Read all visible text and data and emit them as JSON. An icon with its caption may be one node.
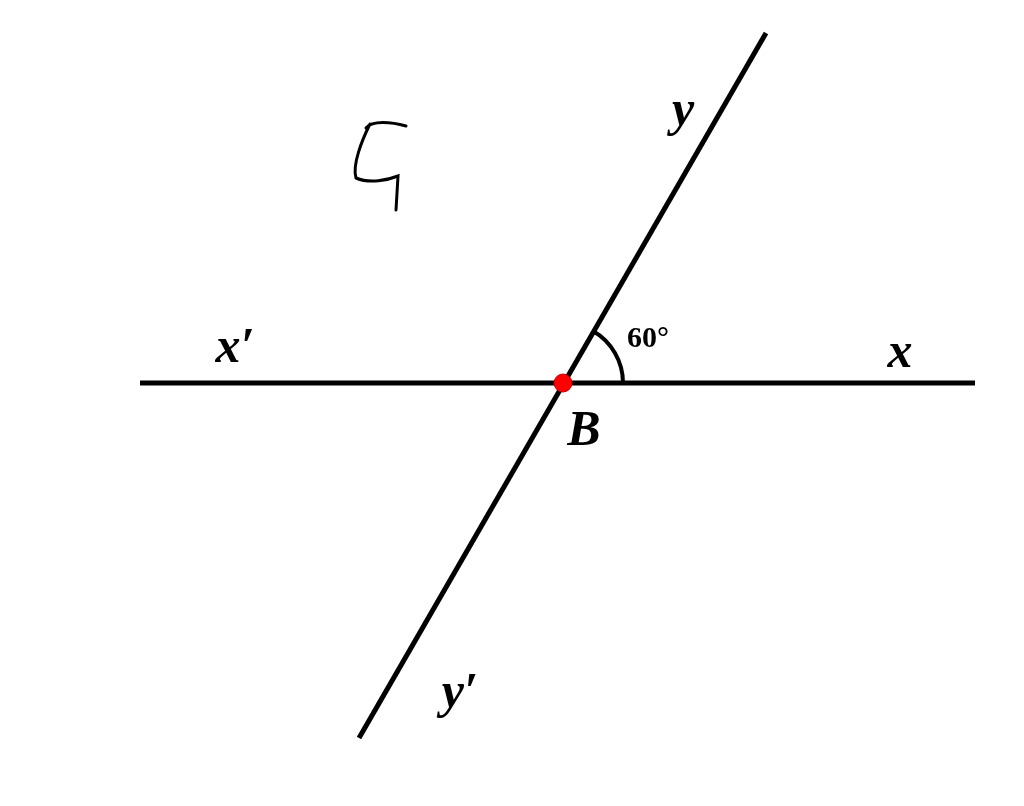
{
  "diagram": {
    "labels": [
      "y",
      "60°",
      "x′",
      "x",
      "B",
      "y′"
    ]
  }
}
